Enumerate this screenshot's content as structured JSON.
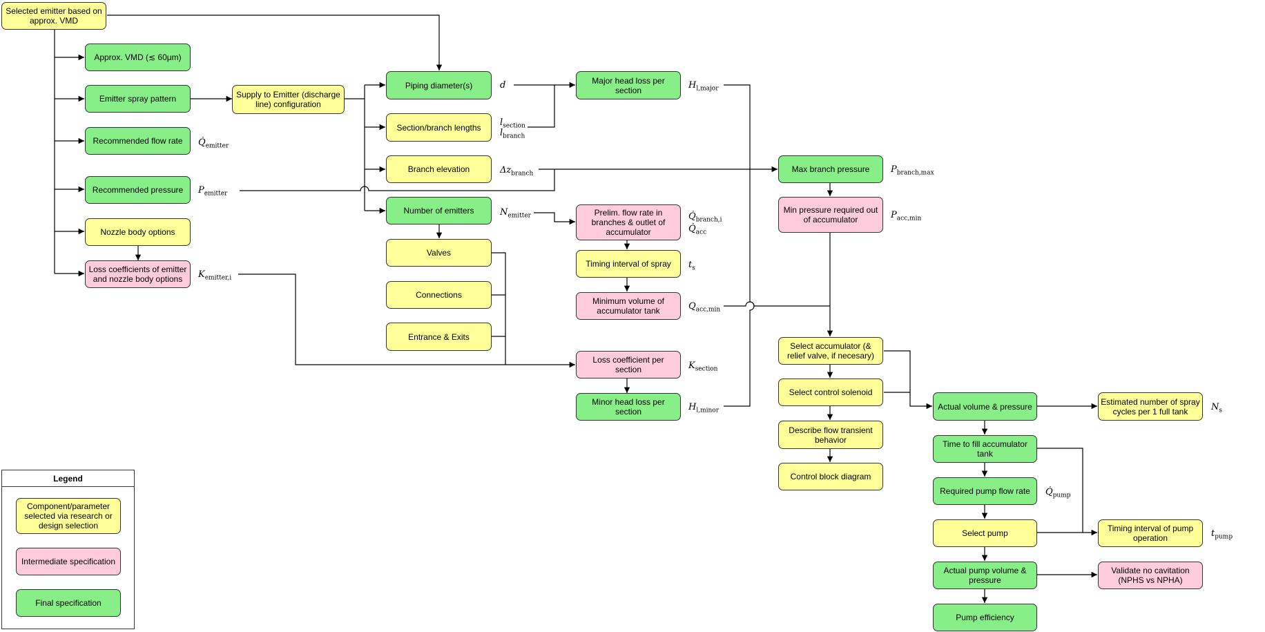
{
  "nodes": {
    "selected_emitter": "Selected emitter based on approx. VMD",
    "approx_vmd": "Approx. VMD (≲ 60μm)",
    "spray_pattern": "Emitter spray pattern",
    "rec_flow": "Recommended flow rate",
    "rec_pressure": "Recommended pressure",
    "nozzle_body": "Nozzle body options",
    "loss_coeff_emitter": "Loss coefficients of emitter and nozzle body options",
    "supply_config": "Supply to Emitter (discharge line) configuration",
    "piping_diameter": "Piping diameter(s)",
    "section_lengths": "Section/branch lengths",
    "branch_elevation": "Branch elevation",
    "num_emitters": "Number of emitters",
    "valves": "Valves",
    "connections": "Connections",
    "entrance_exits": "Entrance & Exits",
    "major_head_loss": "Major head loss per section",
    "prelim_flow": "Prelim. flow rate in branches & outlet of accumulator",
    "timing_spray": "Timing interval of spray",
    "min_volume": "Minimum volume of accumulator tank",
    "loss_coeff_section": "Loss coefficient per section",
    "minor_head_loss": "Minor head loss per section",
    "max_branch_pressure": "Max branch pressure",
    "min_pressure_acc": "Min pressure required out of accumulator",
    "select_accumulator": "Select accumulator (& relief valve, if necesary)",
    "select_solenoid": "Select control solenoid",
    "flow_transient": "Describe flow transient behavior",
    "control_block": "Control block diagram",
    "actual_volume": "Actual volume & pressure",
    "est_cycles": "Estimated number of spray cycles per 1 full tank",
    "time_fill": "Time to fill accumulator tank",
    "req_pump_flow": "Required pump flow rate",
    "select_pump": "Select pump",
    "timing_pump": "Timing interval of pump operation",
    "actual_pump": "Actual pump volume & pressure",
    "validate_cavitation": "Validate no cavitation (NPHS vs NPHA)",
    "pump_efficiency": "Pump efficiency"
  },
  "symbols": {
    "q_emitter": {
      "base": "Q̇",
      "sub": "emitter"
    },
    "p_emitter": {
      "base": "P",
      "sub": "emitter"
    },
    "k_emitter": {
      "base": "K",
      "sub": "emitter,i"
    },
    "d": {
      "base": "d",
      "sub": ""
    },
    "l_section": {
      "base": "l",
      "sub": "section"
    },
    "l_branch": {
      "base": "l",
      "sub": "branch"
    },
    "dz_branch": {
      "base": "Δz",
      "sub": "branch"
    },
    "n_emitter": {
      "base": "N",
      "sub": "emitter"
    },
    "h_major": {
      "base": "H",
      "sub": "l,major"
    },
    "q_branch": {
      "base": "Q̇",
      "sub": "branch,i"
    },
    "q_acc": {
      "base": "Q̇",
      "sub": "acc"
    },
    "t_s": {
      "base": "t",
      "sub": "s"
    },
    "q_acc_min": {
      "base": "Q",
      "sub": "acc,min"
    },
    "k_section": {
      "base": "K",
      "sub": "section"
    },
    "h_minor": {
      "base": "H",
      "sub": "l,minor"
    },
    "p_branch_max": {
      "base": "P",
      "sub": "branch,max"
    },
    "p_acc_min": {
      "base": "P",
      "sub": "acc,min"
    },
    "n_s": {
      "base": "N",
      "sub": "s"
    },
    "q_pump": {
      "base": "Q̇",
      "sub": "pump"
    },
    "t_pump": {
      "base": "t",
      "sub": "pump"
    }
  },
  "legend": {
    "title": "Legend",
    "research": "Component/parameter selected via research or design selection",
    "intermediate": "Intermediate specification",
    "final": "Final specification"
  },
  "colors": {
    "research": "#ffff99",
    "intermediate": "#ffccdd",
    "final": "#88ee88"
  }
}
